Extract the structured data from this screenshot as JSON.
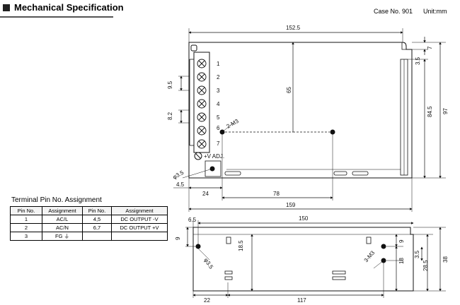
{
  "header": {
    "title": "Mechanical Specification",
    "case_no": "Case No. 901",
    "unit": "Unit:mm"
  },
  "terminal_table": {
    "title": "Terminal Pin No.  Assignment",
    "headers": [
      "Pin No.",
      "Assignment",
      "Pin No.",
      "Assignment"
    ],
    "rows": [
      [
        "1",
        "AC/L",
        "4,5",
        "DC OUTPUT -V"
      ],
      [
        "2",
        "AC/N",
        "6,7",
        "DC OUTPUT +V"
      ],
      [
        "3",
        "FG ⏚",
        "",
        ""
      ]
    ]
  },
  "top_view": {
    "dim_width": "152.5",
    "dim_depth": "97",
    "dim_depth_inner": "84.5",
    "dim_top_right": "7",
    "dim_top_right_small": "3.5",
    "dim_hole_vertical": "65",
    "dim_pitch_1": "9.5",
    "dim_pitch_2": "8.2",
    "dim_overall": "159",
    "dim_left": "24",
    "dim_hole_spacing": "78",
    "dim_corner": "4.5",
    "hole_label": "φ3.5",
    "screw_label": "2-M3",
    "vadj_label": "+V ADJ.",
    "pin_numbers": [
      "1",
      "2",
      "3",
      "4",
      "5",
      "6",
      "7"
    ]
  },
  "side_view": {
    "dim_width": "150",
    "dim_left_small": "6.5",
    "dim_height_left": "9",
    "dim_hole_y": "18.5",
    "hole_label": "φ3.5",
    "screw_label": "3-M3",
    "dim_right_9": "9",
    "dim_right_18": "18",
    "dim_right_35": "3.5",
    "dim_right_285": "28.5",
    "dim_height": "38",
    "dim_left": "22",
    "dim_hole_spacing": "117"
  }
}
